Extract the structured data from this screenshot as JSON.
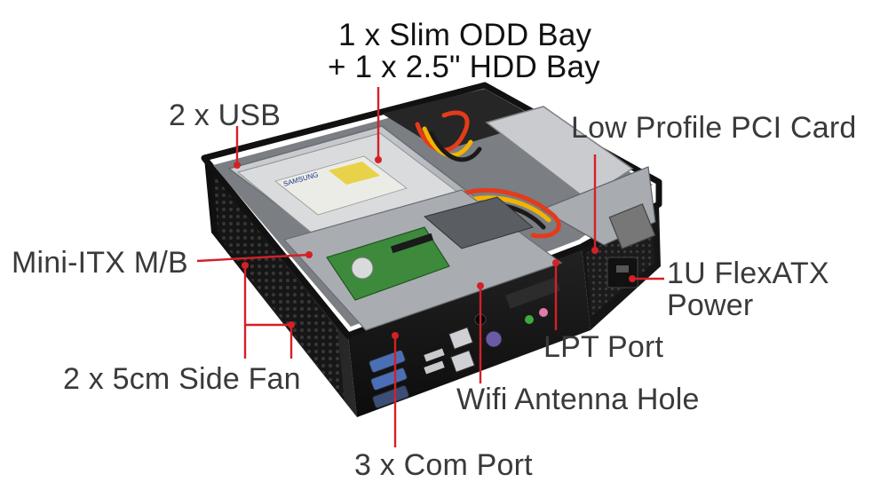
{
  "labels": {
    "odd_bay_line1": "1 x  Slim ODD Bay",
    "odd_bay_line2": "+ 1 x 2.5\" HDD Bay",
    "usb": "2 x USB",
    "pci_card": "Low Profile PCI Card",
    "mini_itx": "Mini-ITX M/B",
    "power_line1": "1U FlexATX",
    "power_line2": "Power",
    "lpt_port": "LPT Port",
    "side_fan": "2 x 5cm Side Fan",
    "wifi_hole": "Wifi Antenna Hole",
    "com_port": "3 x Com Port"
  },
  "odd_label_text": "SAMSUNG",
  "colors": {
    "callout_line": "#d42027",
    "label_text": "#3a3a3a",
    "chassis_dark": "#1a1a1a",
    "chassis_metal": "#b9bcc0",
    "pcb_green": "#3d8a3d",
    "drive_silver": "#d4d6d8"
  }
}
